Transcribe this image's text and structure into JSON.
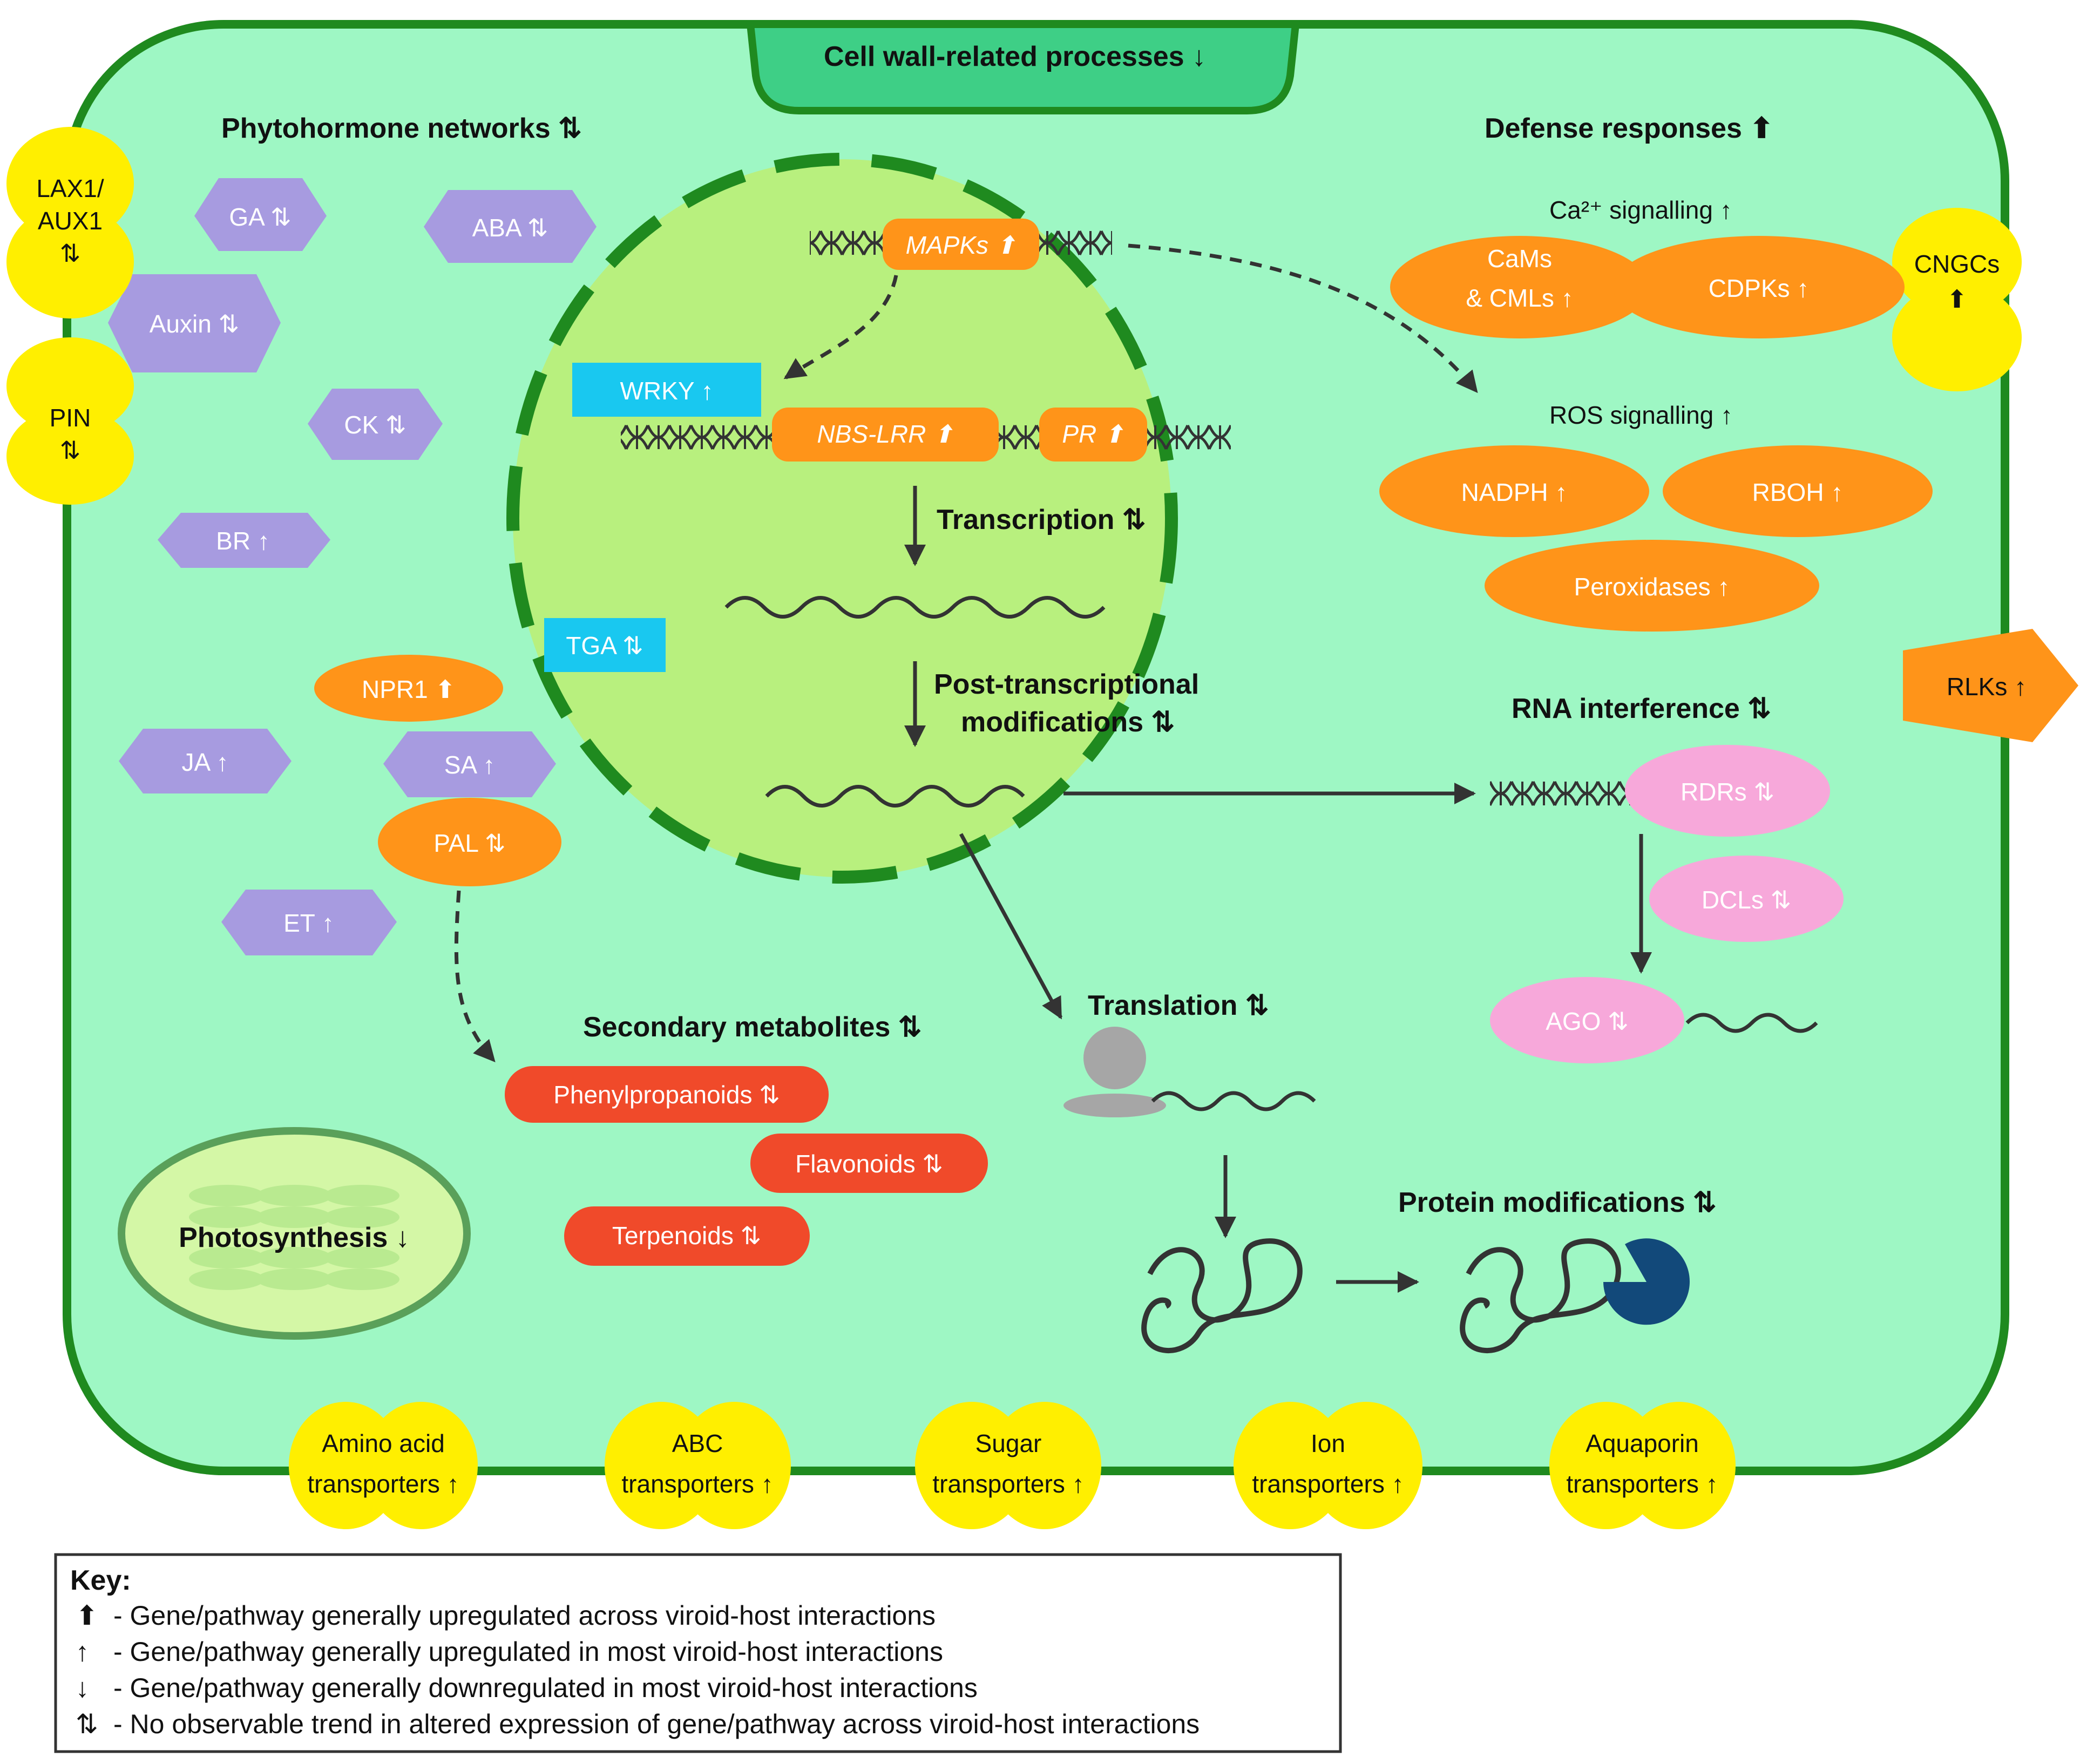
{
  "cell_wall_banner": "Cell wall-related processes ↓",
  "phytohormone": {
    "title": "Phytohormone networks ⇅",
    "hormones": [
      "GA ⇅",
      "ABA ⇅",
      "Auxin ⇅",
      "CK ⇅",
      "BR ↑",
      "JA ↑",
      "SA ↑",
      "ET ↑"
    ],
    "npr1": "NPR1 ⬆",
    "pal": "PAL ⇅"
  },
  "membrane_transporters": {
    "lax1_line1": "LAX1/",
    "lax1_line2": "AUX1",
    "lax1_line3": "⇅",
    "pin_line1": "PIN",
    "pin_line2": "⇅",
    "cngcs_line1": "CNGCs",
    "cngcs_line2": "⬆",
    "rlks": "RLKs ↑",
    "bottom": [
      {
        "line1": "Amino acid",
        "line2": "transporters ↑"
      },
      {
        "line1": "ABC",
        "line2": "transporters ↑"
      },
      {
        "line1": "Sugar",
        "line2": "transporters ↑"
      },
      {
        "line1": "Ion",
        "line2": "transporters ↑"
      },
      {
        "line1": "Aquaporin",
        "line2": "transporters ↑"
      }
    ]
  },
  "nucleus": {
    "mapks": "MAPKs ⬆",
    "wrky": "WRKY ↑",
    "nbs_lrr": "NBS-LRR ⬆",
    "pr": "PR ⬆",
    "tga": "TGA ⇅",
    "transcription": "Transcription ⇅",
    "post_line1": "Post-transcriptional",
    "post_line2": "modifications ⇅"
  },
  "defense": {
    "title": "Defense responses ⬆",
    "ca_title": "Ca²⁺ signalling ↑",
    "cams_line1": "CaMs",
    "cams_line2": "& CMLs ↑",
    "cdpks": "CDPKs ↑",
    "ros_title": "ROS signalling ↑",
    "nadph": "NADPH ↑",
    "rboh": "RBOH ↑",
    "peroxidases": "Peroxidases ↑"
  },
  "rna_interference": {
    "title": "RNA interference ⇅",
    "rdrs": "RDRs ⇅",
    "dcls": "DCLs ⇅",
    "ago": "AGO ⇅"
  },
  "translation": "Translation ⇅",
  "protein_modifications": "Protein modifications ⇅",
  "secondary_metabolites": {
    "title": "Secondary metabolites ⇅",
    "items": [
      "Phenylpropanoids ⇅",
      "Flavonoids ⇅",
      "Terpenoids ⇅"
    ]
  },
  "photosynthesis": "Photosynthesis ↓",
  "key": {
    "title": "Key:",
    "rows": [
      {
        "symbol": "⬆",
        "text": "- Gene/pathway generally upregulated across viroid-host interactions"
      },
      {
        "symbol": "↑",
        "text": "- Gene/pathway generally upregulated in most viroid-host interactions"
      },
      {
        "symbol": "↓",
        "text": "- Gene/pathway generally downregulated in most viroid-host interactions"
      },
      {
        "symbol": "⇅",
        "text": "- No observable trend in altered expression of gene/pathway across viroid-host interactions"
      }
    ]
  },
  "colors": {
    "cytoplasm": "#9ef7c4",
    "cell_wall": "#1f8a1f",
    "nucleus": "#b8f07e",
    "hormone": "#a79be0",
    "orange": "#ff9419",
    "red": "#f04a2a",
    "pink": "#f7a8da",
    "yellow": "#ffef00",
    "cyan": "#19c8f0"
  }
}
